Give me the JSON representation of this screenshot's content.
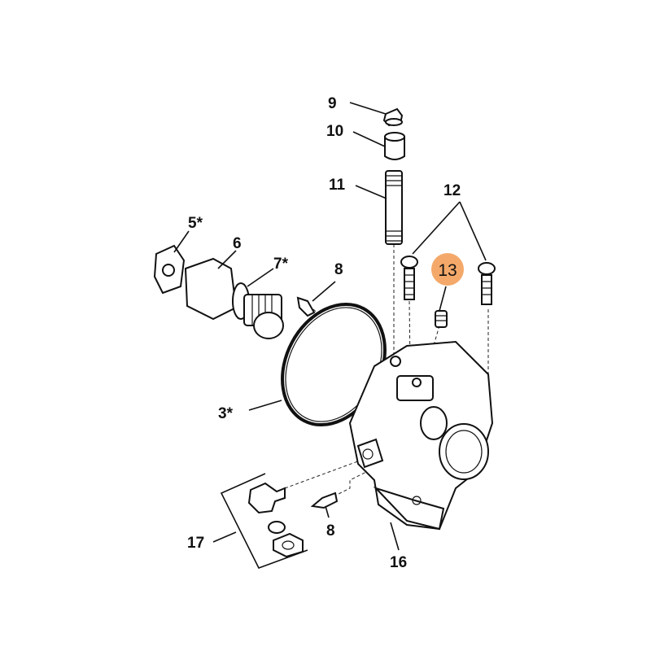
{
  "diagram": {
    "highlight_color": "#f4a96a",
    "highlighted_label": "13",
    "labels": {
      "p9": "9",
      "p10": "10",
      "p11": "11",
      "p12": "12",
      "p5": "5*",
      "p6": "6",
      "p7": "7*",
      "p8a": "8",
      "p13": "13",
      "p3": "3*",
      "p17": "17",
      "p8b": "8",
      "p16": "16"
    }
  }
}
